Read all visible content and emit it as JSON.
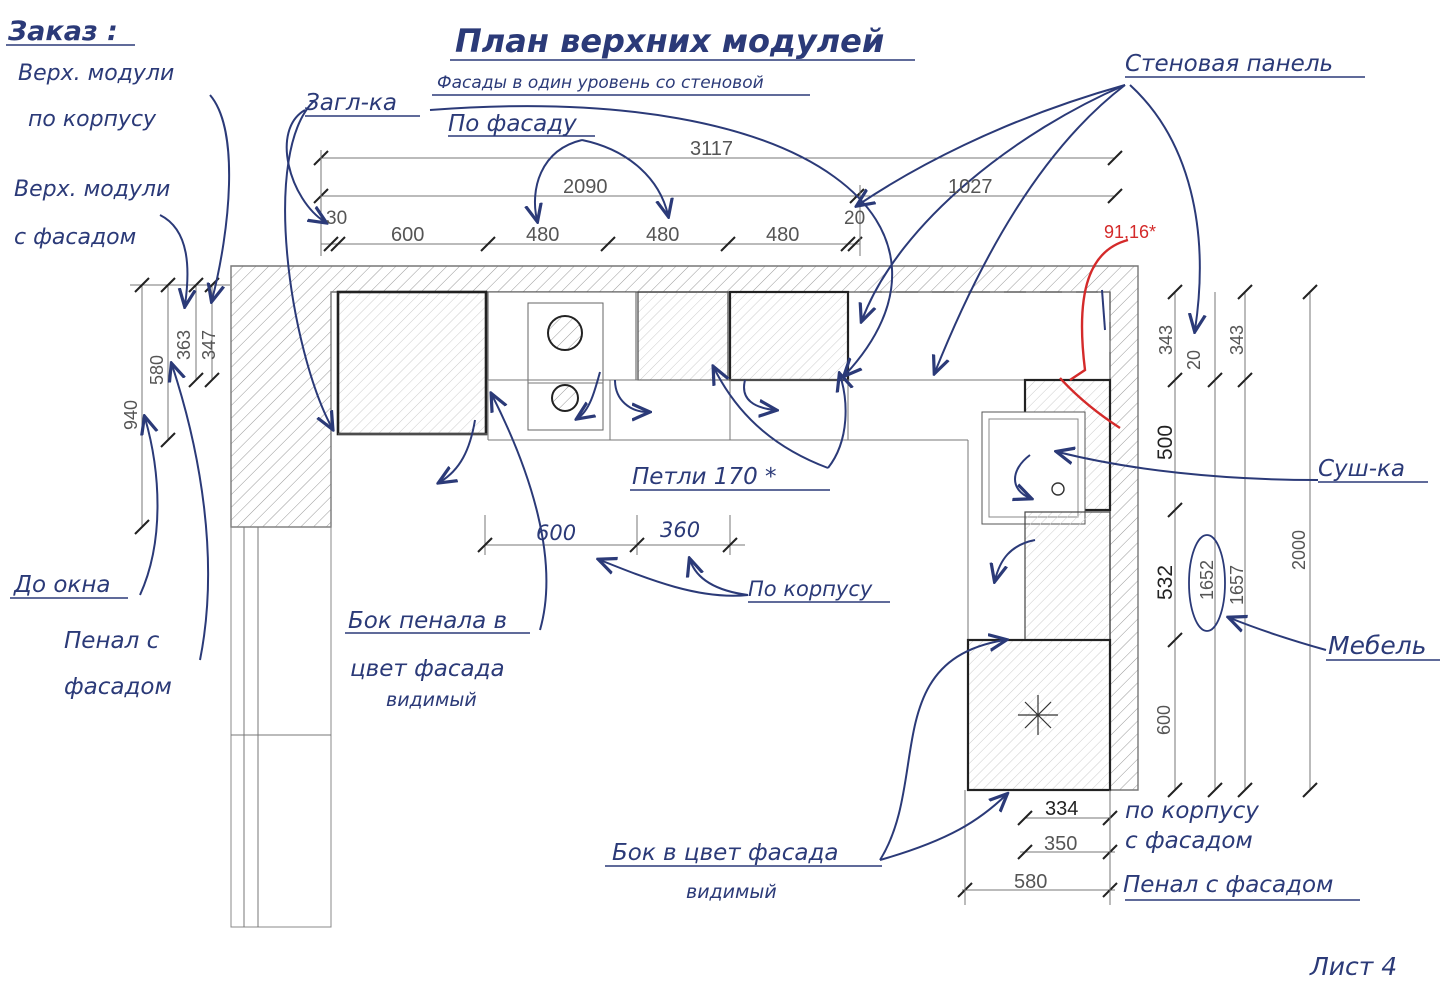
{
  "title": "План верхних модулей",
  "subtitle": "Фасады в один уровень со стеновой",
  "sheet": "Лист 4",
  "order": {
    "label": "Заказ :",
    "items": [
      "Верх. модули",
      "по корпусу",
      "Верх. модули",
      "с фасадом"
    ]
  },
  "notes": {
    "zaglushka": "Загл-ка",
    "po_fasadu": "По фасаду",
    "stenovaya_panel": "Стеновая панель",
    "petli": "Петли 170 *",
    "sushka": "Суш-ка",
    "po_korpusu": "По корпусу",
    "mebel": "Мебель",
    "do_okna": "До окна",
    "penal_s_fasadom_left_1": "Пенал с",
    "penal_s_fasadom_left_2": "фасадом",
    "bok_penala_1": "Бок пенала в",
    "bok_penala_2": "цвет фасада",
    "bok_penala_3": "видимый",
    "bok_v_cvet_1": "Бок в цвет фасада",
    "bok_v_cvet_2": "видимый",
    "po_korpusu_right": "по корпусу",
    "s_fasadom_right": "с фасадом",
    "penal_s_fasadom_right": "Пенал с фасадом"
  },
  "dimensions": {
    "top_total": "3117",
    "top_2090": "2090",
    "top_1027": "1027",
    "d30": "30",
    "d20_top": "20",
    "d600": "600",
    "d480_1": "480",
    "d480_2": "480",
    "d480_3": "480",
    "red_angle": "91,16*",
    "inner_600": "600",
    "inner_360": "360",
    "left_363": "363",
    "left_347": "347",
    "left_580": "580",
    "left_940": "940",
    "right_343_a": "343",
    "right_20": "20",
    "right_343_b": "343",
    "right_500": "500",
    "right_532": "532",
    "right_600": "600",
    "right_1652": "1652",
    "right_1657": "1657",
    "right_2000": "2000",
    "bottom_334": "334",
    "bottom_350": "350",
    "bottom_580": "580"
  },
  "colors": {
    "ink": "#2b3a78",
    "red": "#d42a2a",
    "line": "#777777"
  }
}
